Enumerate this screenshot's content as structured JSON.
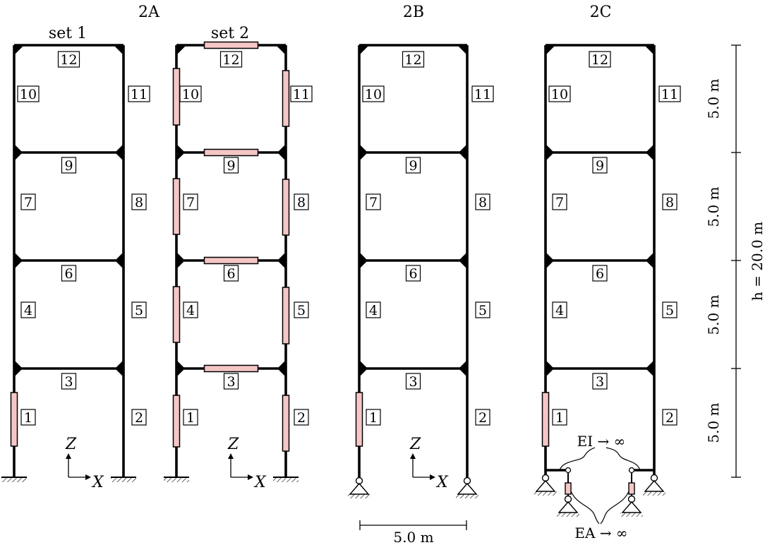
{
  "panels": [
    {
      "id": "2A",
      "title": "2A",
      "sets": [
        "set 1",
        "set 2"
      ]
    },
    {
      "id": "2B",
      "title": "2B"
    },
    {
      "id": "2C",
      "title": "2C"
    }
  ],
  "member_numbers": [
    "1",
    "2",
    "3",
    "4",
    "5",
    "6",
    "7",
    "8",
    "9",
    "10",
    "11",
    "12"
  ],
  "axes": {
    "z": "Z",
    "x": "X"
  },
  "dimensions": {
    "story_height": "5.0 m",
    "total_height": "h = 20.0 m",
    "bay_width": "5.0 m"
  },
  "annotations": {
    "ei": "EI → ∞",
    "ea": "EA → ∞"
  },
  "colors": {
    "line": "#000000",
    "highlight_fill": "#f5c6c6"
  }
}
